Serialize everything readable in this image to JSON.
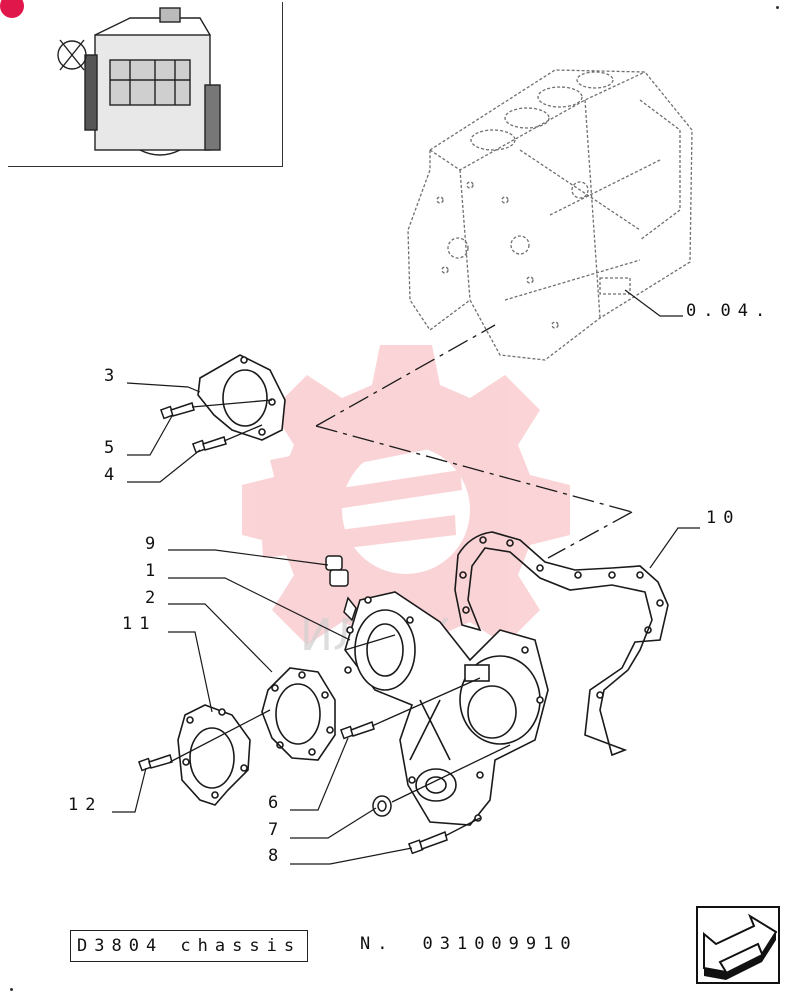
{
  "callouts": {
    "c1": "1",
    "c2": "2",
    "c3": "3",
    "c4": "4",
    "c5": "5",
    "c6": "6",
    "c7": "7",
    "c8": "8",
    "c9": "9",
    "c10": "10",
    "c11": "11",
    "c12": "12",
    "ref": "0.04."
  },
  "footer": {
    "model": "D3804 chassis",
    "serial_prefix": "N.",
    "serial_number": "031009910"
  },
  "icons": {
    "nav": "next-page-arrow-icon",
    "badge": "red-circle-badge",
    "watermark": "gear-watermark-icon"
  },
  "colors": {
    "badge": "#e0174a",
    "watermark": "#f27b85",
    "line": "#1a1a1a",
    "ghost": "#6f6f6f"
  }
}
